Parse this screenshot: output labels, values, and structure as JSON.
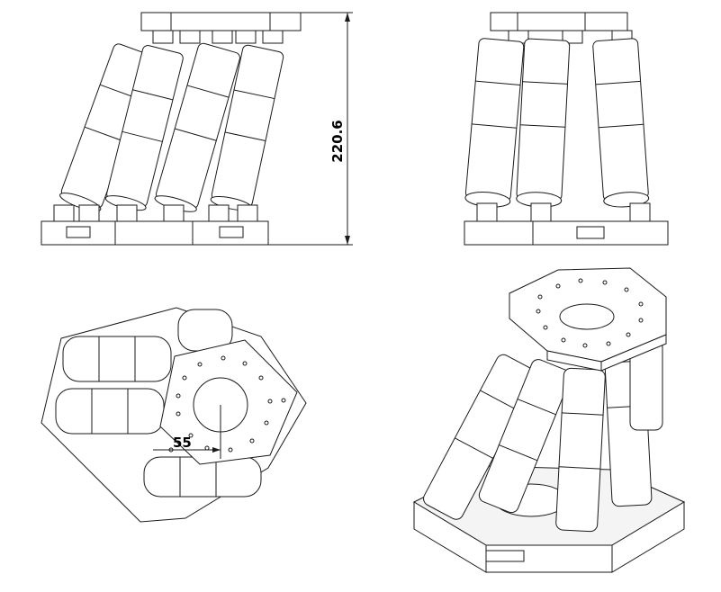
{
  "drawing": {
    "views": [
      {
        "name": "front-view"
      },
      {
        "name": "side-view"
      },
      {
        "name": "top-view"
      },
      {
        "name": "isometric-view"
      }
    ]
  },
  "dimensions": {
    "height_label": "220.6",
    "diameter_label": "55"
  },
  "colors": {
    "line": "#1a1a1a",
    "background": "#ffffff",
    "shade": "#f4f4f4"
  }
}
